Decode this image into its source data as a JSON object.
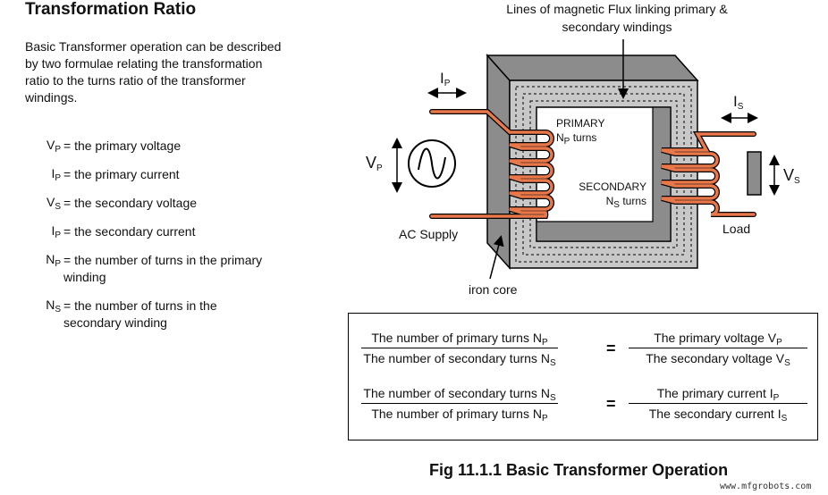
{
  "header": {
    "title": "Transformation Ratio"
  },
  "intro": {
    "text": "Basic Transformer operation can be described by two formulae relating the transformation ratio to the turns ratio of the transformer windings."
  },
  "definitions": [
    {
      "sym": "V",
      "sub": "P",
      "desc": "= the primary voltage"
    },
    {
      "sym": "I",
      "sub": "P",
      "desc": "= the primary current"
    },
    {
      "sym": "V",
      "sub": "S",
      "desc": "= the secondary voltage"
    },
    {
      "sym": "I",
      "sub": "P",
      "desc": "= the secondary current"
    },
    {
      "sym": "N",
      "sub": "P",
      "desc": "= the number of turns in the primary winding"
    },
    {
      "sym": "N",
      "sub": "S",
      "desc": "= the number of turns in the secondary winding"
    }
  ],
  "diagram": {
    "flux_label": "Lines of magnetic Flux linking primary & secondary windings",
    "ip": {
      "sym": "I",
      "sub": "P"
    },
    "is": {
      "sym": "I",
      "sub": "S"
    },
    "vp": {
      "sym": "V",
      "sub": "P"
    },
    "vs": {
      "sym": "V",
      "sub": "S"
    },
    "primary_label": "PRIMARY",
    "primary_turns": {
      "sym": "N",
      "sub": "P",
      "text": "turns"
    },
    "secondary_label": "SECONDARY",
    "secondary_turns": {
      "sym": "N",
      "sub": "S",
      "text": "turns"
    },
    "ac_supply": "AC Supply",
    "load": "Load",
    "iron_core": "iron core",
    "colors": {
      "winding": "#e8784a",
      "core_dark": "#8c8c8c",
      "core_light": "#c8c8c8"
    }
  },
  "formulas": [
    {
      "left_num": {
        "text": "The number of primary turns N",
        "sub": "P"
      },
      "left_den": {
        "text": "The number of secondary turns N",
        "sub": "S"
      },
      "equals": "=",
      "right_num": {
        "text": "The primary voltage V",
        "sub": "P"
      },
      "right_den": {
        "text": "The secondary voltage V",
        "sub": "S"
      }
    },
    {
      "left_num": {
        "text": "The number of secondary turns N",
        "sub": "S"
      },
      "left_den": {
        "text": "The number of primary turns N",
        "sub": "P"
      },
      "equals": "=",
      "right_num": {
        "text": "The primary current I",
        "sub": "P"
      },
      "right_den": {
        "text": "The secondary current I",
        "sub": "S"
      }
    }
  ],
  "caption": "Fig 11.1.1 Basic Transformer Operation",
  "watermark": "www.mfgrobots.com"
}
